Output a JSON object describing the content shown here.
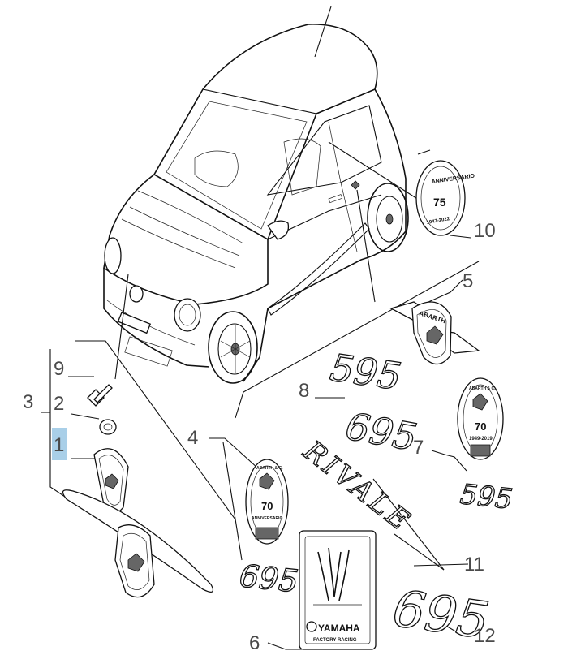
{
  "callouts": [
    {
      "id": "1",
      "label": "1",
      "highlighted": true
    },
    {
      "id": "2",
      "label": "2"
    },
    {
      "id": "3",
      "label": "3"
    },
    {
      "id": "4",
      "label": "4"
    },
    {
      "id": "5",
      "label": "5"
    },
    {
      "id": "6",
      "label": "6"
    },
    {
      "id": "7",
      "label": "7"
    },
    {
      "id": "8",
      "label": "8"
    },
    {
      "id": "9",
      "label": "9"
    },
    {
      "id": "10",
      "label": "10"
    },
    {
      "id": "11",
      "label": "11"
    },
    {
      "id": "12",
      "label": "12"
    }
  ],
  "badges": {
    "abarth": "ABARTH",
    "abarth_small": "ABARTH & C.",
    "rivale": "RIVALE",
    "yamaha": "YAMAHA",
    "yamaha_sub": "FACTORY RACING",
    "num_695": "695",
    "num_595": "595",
    "seventy": "70",
    "seventy_years": "1949-2019",
    "anniversary": "ANNIVERSARIO",
    "round_75": "75",
    "round_text": "ANNIVERSARIO",
    "round_years": "1947-2022"
  },
  "colors": {
    "line": "#111111",
    "label": "#4a4a4a",
    "highlight": "#a9cfe8"
  }
}
